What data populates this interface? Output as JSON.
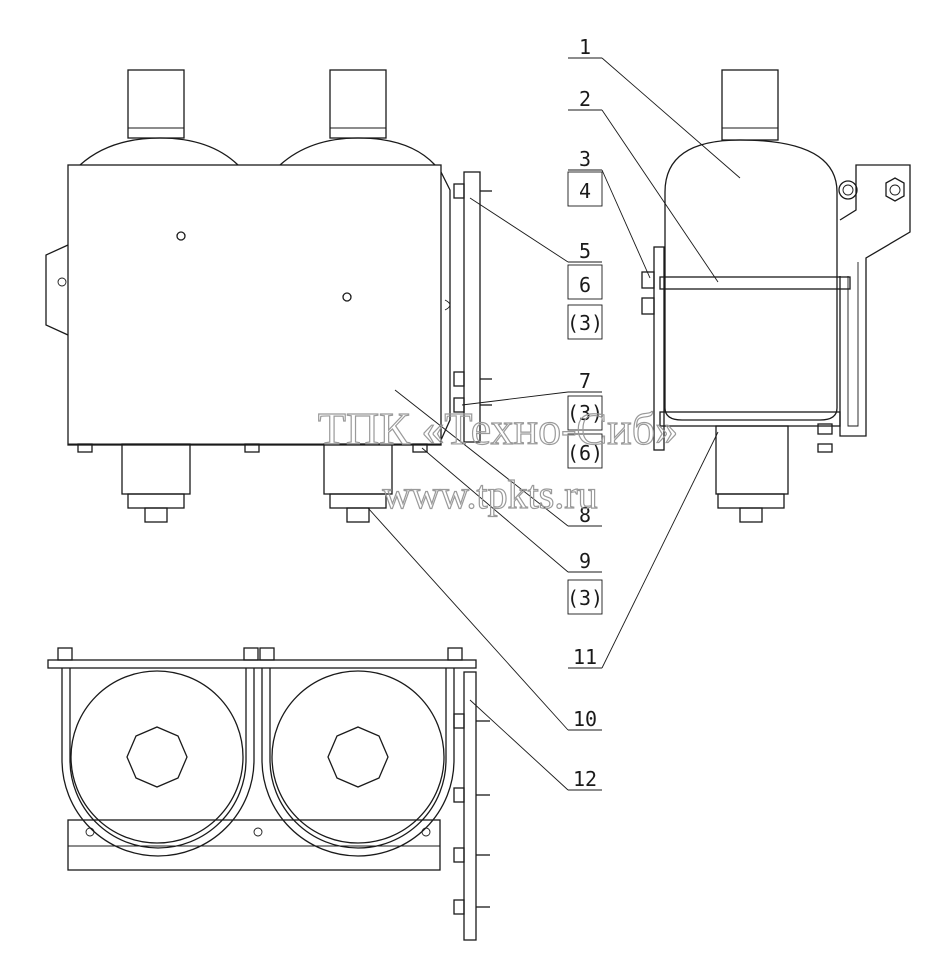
{
  "callouts": [
    "1",
    "2",
    "3",
    "4",
    "5",
    "6",
    "(3)",
    "7",
    "(3)",
    "(6)",
    "8",
    "9",
    "(3)",
    "11",
    "10",
    "12"
  ],
  "watermark": {
    "line1": "ТПК «Техно-Сиб»",
    "line2": "www.tpkts.ru"
  }
}
